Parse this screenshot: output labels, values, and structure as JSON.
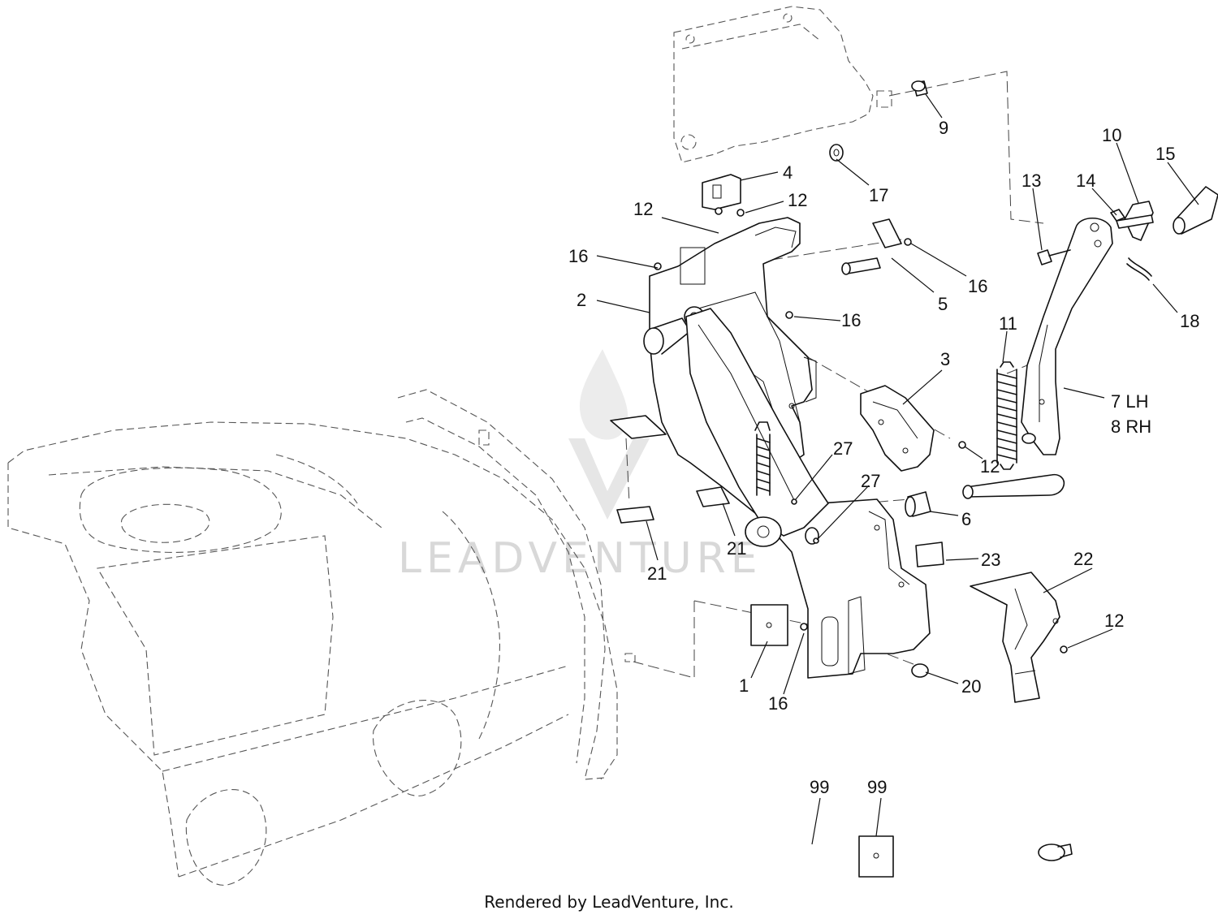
{
  "callouts": {
    "c1": "1",
    "c2": "2",
    "c3": "3",
    "c4": "4",
    "c5": "5",
    "c6": "6",
    "c7": "7 LH",
    "c8": "8 RH",
    "c9": "9",
    "c10": "10",
    "c11": "11",
    "c12a": "12",
    "c12b": "12",
    "c12c": "12",
    "c12d": "12",
    "c13": "13",
    "c14": "14",
    "c15": "15",
    "c16a": "16",
    "c16b": "16",
    "c16c": "16",
    "c16d": "16",
    "c17": "17",
    "c18": "18",
    "c20": "20",
    "c21a": "21",
    "c21b": "21",
    "c22": "22",
    "c23": "23",
    "c27a": "27",
    "c27b": "27",
    "c99a": "99",
    "c99b": "99"
  },
  "watermark": "LEADVENTURE",
  "footer": "Rendered by LeadVenture, Inc."
}
